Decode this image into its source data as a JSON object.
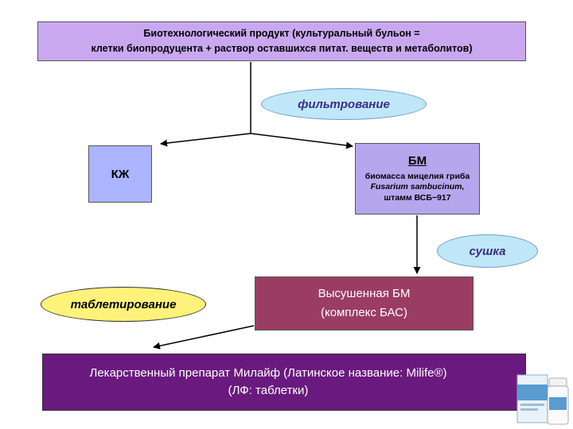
{
  "top_box": {
    "line1": "Биотехнологический продукт (культуральный бульон =",
    "line2": "клетки биопродуцента + раствор оставшихся питат. веществ и метаболитов)"
  },
  "filtration": "фильтрование",
  "kzh": "КЖ",
  "bm": {
    "title": "БМ",
    "line1": "биомасса мицелия гриба",
    "line2": "Fusarium sambucinum,",
    "line3": "штамм ВСБ−917"
  },
  "drying": "сушка",
  "dried": {
    "line1": "Высушенная БМ",
    "line2": "(комплекс БАС)"
  },
  "tableting": "таблетирование",
  "product": {
    "line1": "Лекарственный препарат Милайф (Латинское название: Milife®)",
    "line2": "(ЛФ: таблетки)"
  },
  "colors": {
    "top_box": "#c9a8f0",
    "kzh_box": "#aab4ff",
    "bm_box": "#b4a7ee",
    "dried_box": "#9b3d63",
    "product_box": "#6a1a7e",
    "process_ellipse": "#bfe7f7",
    "tablet_ellipse": "#fff27a"
  }
}
